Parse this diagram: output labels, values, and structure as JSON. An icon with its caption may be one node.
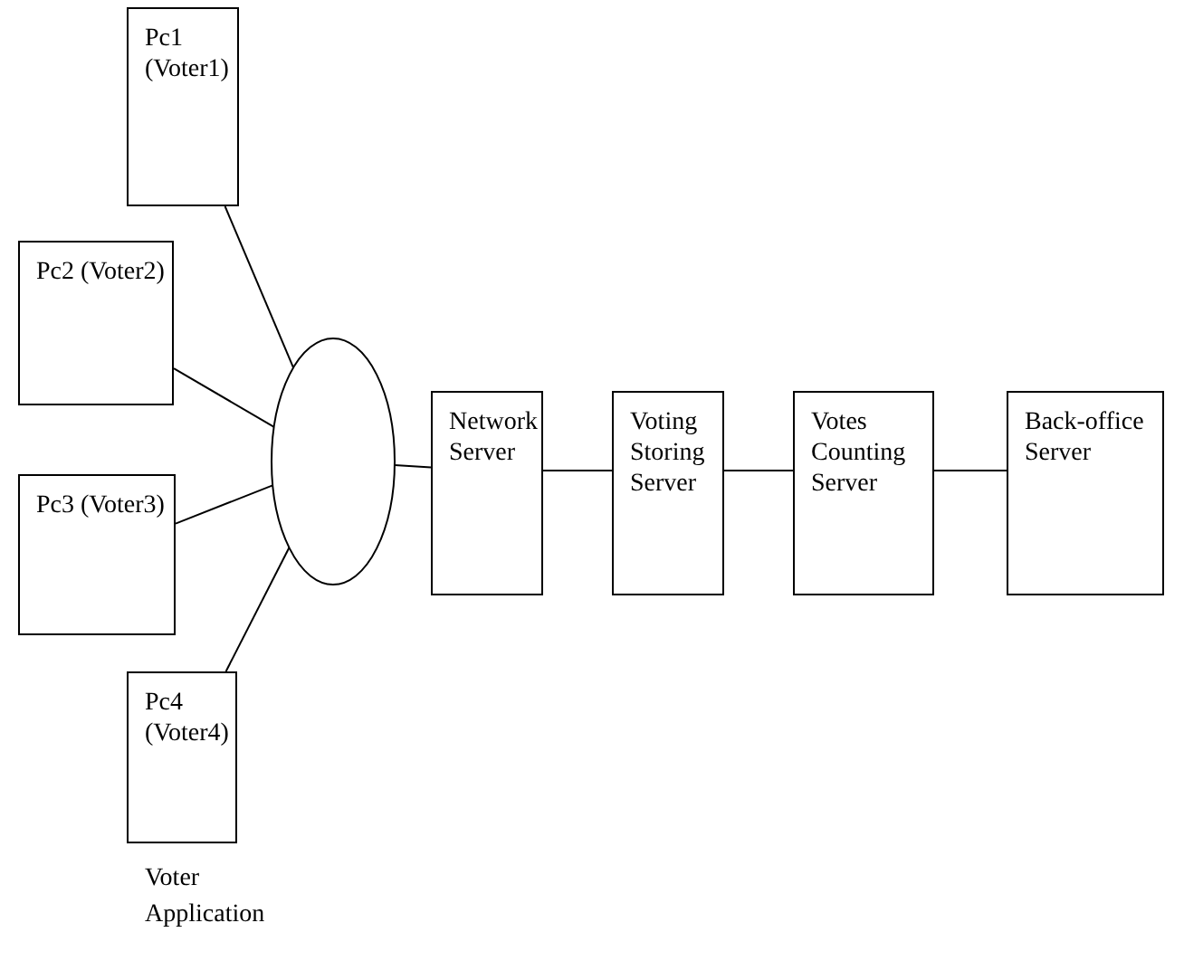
{
  "diagram": {
    "nodes": [
      {
        "text": [
          "Pc1 (Voter1)"
        ]
      },
      {
        "text": [
          "Pc2 (Voter2)"
        ]
      },
      {
        "text": [
          "Pc3 (Voter3)"
        ]
      },
      {
        "text": [
          "Pc4 (Voter4)"
        ]
      },
      {
        "text": [],
        "shape": "ellipse"
      },
      {
        "text": [
          "Network Server"
        ]
      },
      {
        "text": [
          "Voting Storing Server"
        ]
      },
      {
        "text": [
          "Votes Counting Server"
        ]
      },
      {
        "text": [
          "Back-office Server"
        ]
      }
    ],
    "edges": [
      {
        "from": 0,
        "to": 4,
        "arrow": "none"
      },
      {
        "from": 1,
        "to": 4,
        "arrow": "none"
      },
      {
        "from": 2,
        "to": 4,
        "arrow": "none"
      },
      {
        "from": 3,
        "to": 4,
        "arrow": "none"
      },
      {
        "from": 4,
        "to": 5,
        "arrow": "none"
      },
      {
        "from": 5,
        "to": 6,
        "arrow": "none"
      },
      {
        "from": 6,
        "to": 7,
        "arrow": "none"
      },
      {
        "from": 7,
        "to": 8,
        "arrow": "none"
      }
    ],
    "labels": [
      "Voter Application"
    ]
  }
}
